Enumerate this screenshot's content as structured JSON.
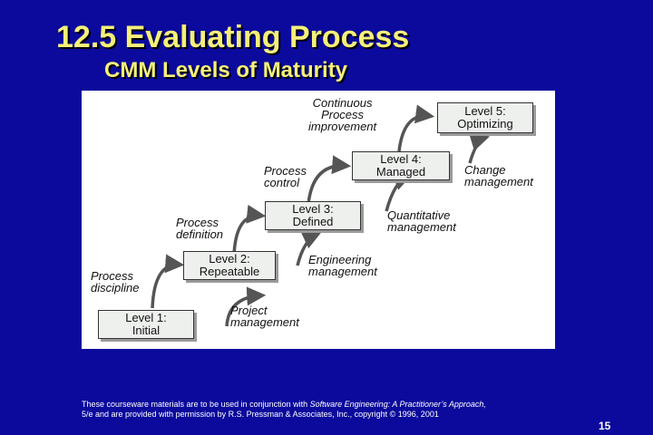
{
  "slide": {
    "title": "12.5 Evaluating Process",
    "subtitle": "CMM Levels of Maturity",
    "page_number": "15"
  },
  "diagram": {
    "levels": [
      {
        "line1": "Level 1:",
        "line2": "Initial"
      },
      {
        "line1": "Level 2:",
        "line2": "Repeatable"
      },
      {
        "line1": "Level 3:",
        "line2": "Defined"
      },
      {
        "line1": "Level 4:",
        "line2": "Managed"
      },
      {
        "line1": "Level 5:",
        "line2": "Optimizing"
      }
    ],
    "process_labels": [
      {
        "line1": "Process",
        "line2": "discipline"
      },
      {
        "line1": "Process",
        "line2": "definition"
      },
      {
        "line1": "Process",
        "line2": "control"
      },
      {
        "line1": "Continuous",
        "line2": "Process",
        "line3": "improvement"
      }
    ],
    "management_labels": [
      {
        "line1": "Project",
        "line2": "management"
      },
      {
        "line1": "Engineering",
        "line2": "management"
      },
      {
        "line1": "Quantitative",
        "line2": "management"
      },
      {
        "line1": "Change",
        "line2": "management"
      }
    ]
  },
  "footer": {
    "line1_prefix": "These courseware materials are to be used in conjunction with ",
    "line1_book": "Software Engineering: A Practitioner’s Approach,",
    "line2": "5/e and are provided with permission by R.S. Pressman & Associates, Inc., copyright © 1996, 2001"
  }
}
